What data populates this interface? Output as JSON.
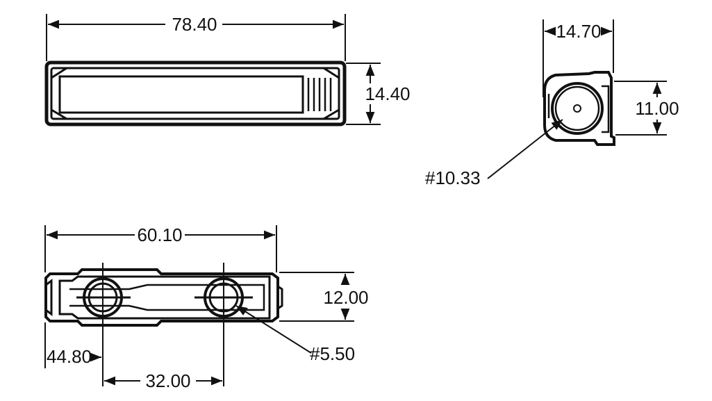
{
  "drawing": {
    "line_color": "#111111",
    "background": "#ffffff",
    "views": {
      "top_view": {
        "length_dim": "78.40",
        "height_dim": "14.40"
      },
      "end_view": {
        "width_dim": "14.70",
        "height_dim": "11.00",
        "bore_callout": "#10.33"
      },
      "bottom_view": {
        "length_dim": "60.10",
        "height_dim": "12.00",
        "hole_offset_dim": "44.80",
        "hole_spacing_dim": "32.00",
        "hole_callout": "#5.50"
      }
    }
  }
}
